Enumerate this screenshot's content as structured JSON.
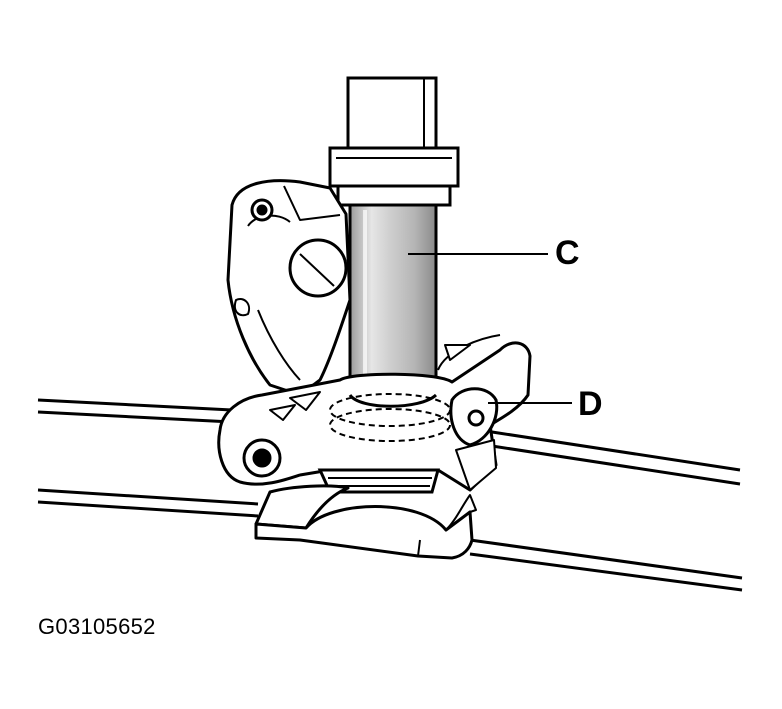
{
  "callouts": {
    "c": "C",
    "d": "D"
  },
  "figure_id": "G03105652",
  "colors": {
    "line": "#000000",
    "background": "#ffffff",
    "cylinder_shade": "#b5b5b5",
    "cylinder_highlight": "#e6e6e6"
  }
}
